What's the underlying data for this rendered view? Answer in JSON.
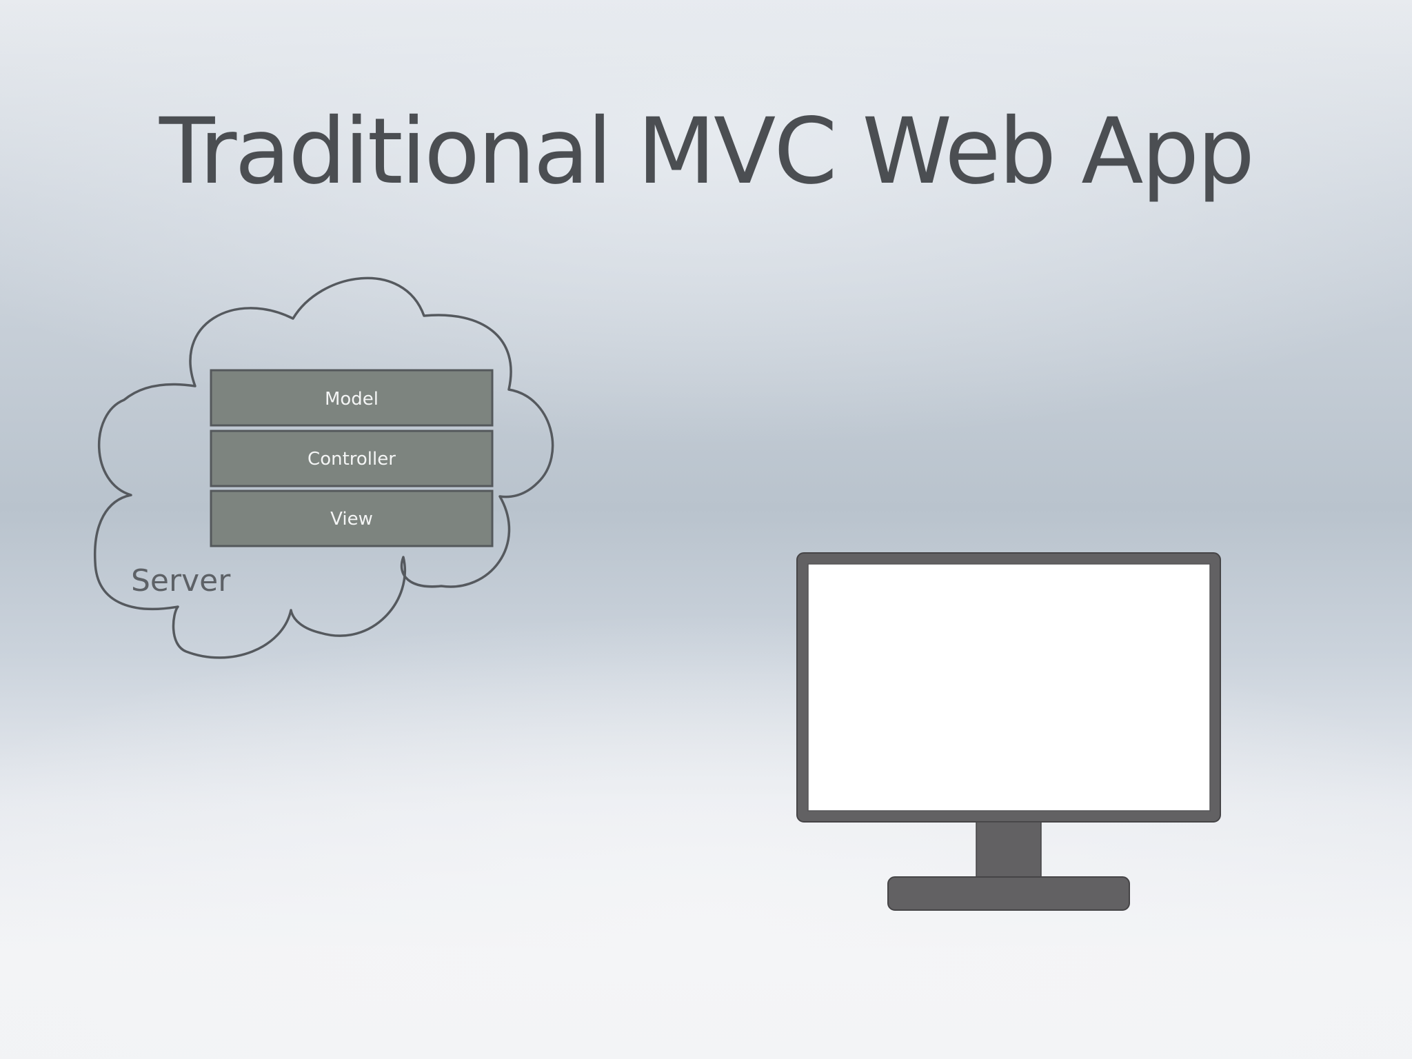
{
  "slide": {
    "title": "Traditional MVC Web App"
  },
  "server": {
    "label": "Server",
    "layers": [
      {
        "label": "Model"
      },
      {
        "label": "Controller"
      },
      {
        "label": "View"
      }
    ]
  },
  "colors": {
    "title_text": "#4b4e52",
    "cloud_stroke": "#55595e",
    "layer_fill": "#7d847f",
    "layer_stroke": "#54585b",
    "layer_text": "#f4f5f5",
    "monitor_body": "#626163",
    "monitor_screen": "#ffffff"
  },
  "icons": {
    "server_cloud": "cloud-icon",
    "client": "monitor-icon"
  }
}
